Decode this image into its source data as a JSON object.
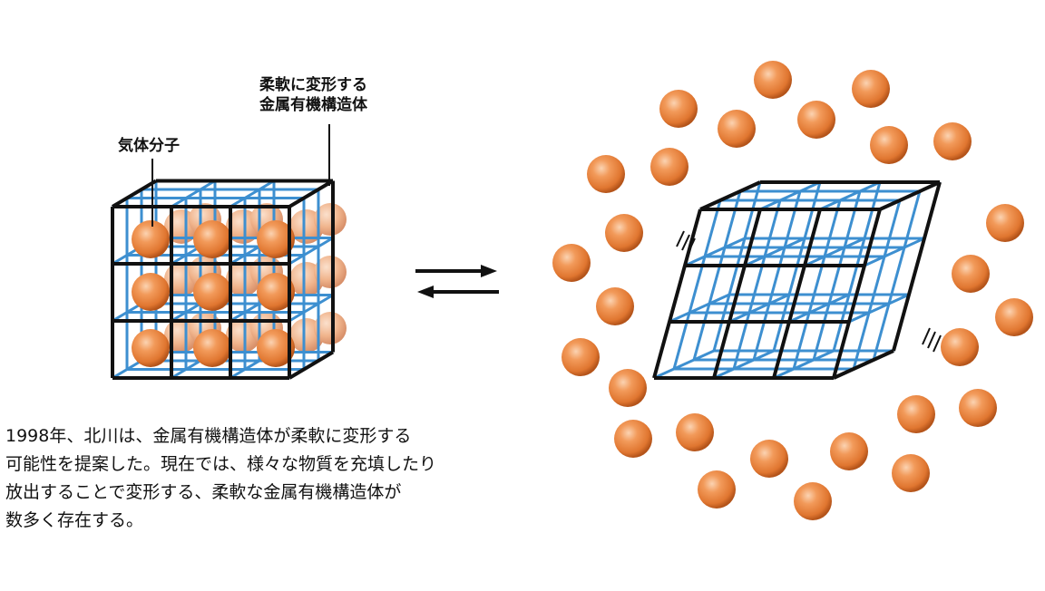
{
  "labels": {
    "gas_molecule": "気体分子",
    "flexible_mof_line1": "柔軟に変形する",
    "flexible_mof_line2": "金属有機構造体"
  },
  "caption": {
    "lines": [
      "1998年、北川は、金属有機構造体が柔軟に変形する",
      "可能性を提案した。現在では、様々な物質を充填したり",
      "放出することで変形する、柔軟な金属有機構造体が",
      "数多く存在する。"
    ]
  },
  "colors": {
    "front_frame": "#111111",
    "back_frame": "#3d8fd0",
    "molecule": "#f08a45",
    "molecule_dark": "#c85a1c",
    "arrow": "#111111"
  },
  "icons": {
    "equilibrium_arrows": "reversible-arrows-icon"
  }
}
